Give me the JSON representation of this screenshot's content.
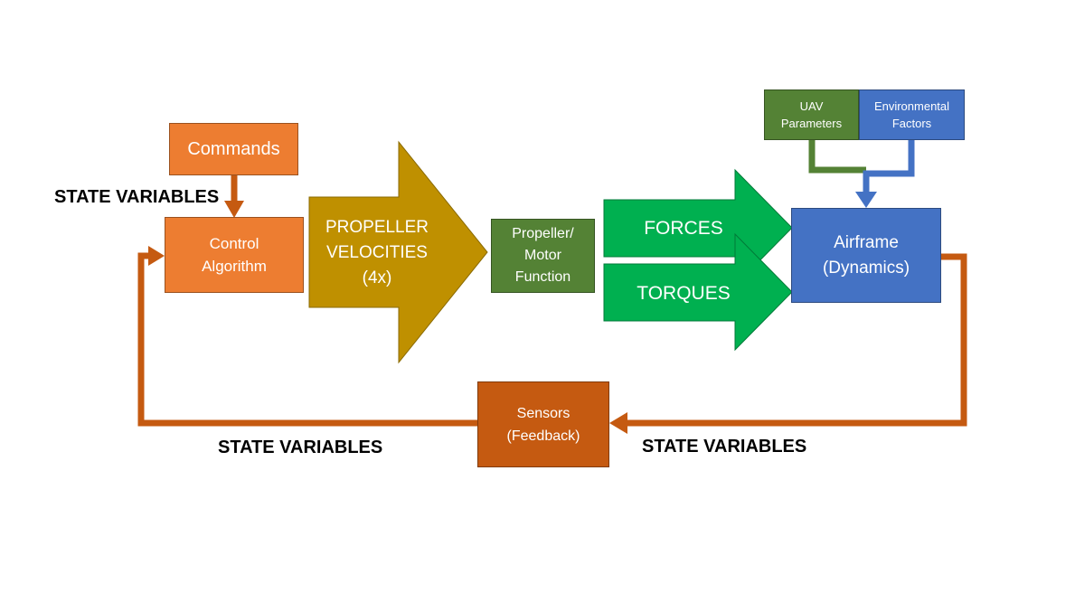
{
  "blocks": {
    "commands": "Commands",
    "control_algorithm": "Control\nAlgorithm",
    "propeller_motor": "Propeller/\nMotor\nFunction",
    "airframe": "Airframe\n(Dynamics)",
    "uav_parameters": "UAV\nParameters",
    "environmental_factors": "Environmental\nFactors",
    "sensors": "Sensors\n(Feedback)"
  },
  "arrows": {
    "propeller_velocities": "PROPELLER\nVELOCITIES\n(4x)",
    "forces": "FORCES",
    "torques": "TORQUES"
  },
  "labels": {
    "state_top": "STATE VARIABLES",
    "state_bottom_left": "STATE VARIABLES",
    "state_bottom_right": "STATE VARIABLES"
  },
  "colors": {
    "orange_light": "#ED7D31",
    "orange_dark": "#C55A11",
    "gold": "#BF9000",
    "green_dark": "#548235",
    "green_bright": "#00B050",
    "blue": "#4472C4"
  }
}
